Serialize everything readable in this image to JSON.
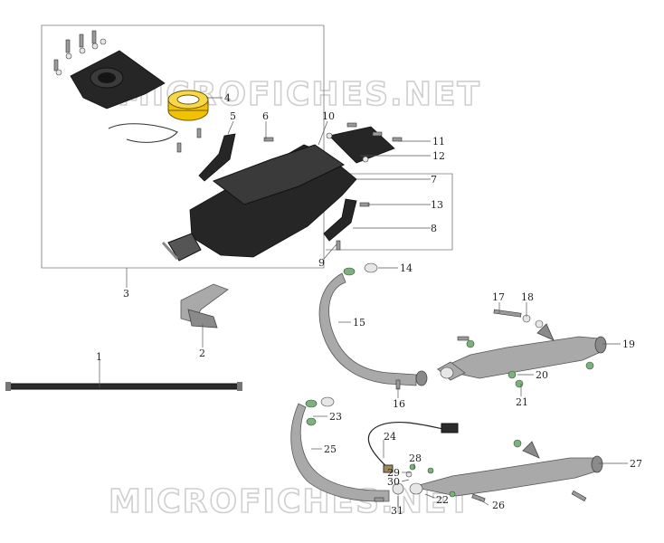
{
  "watermark": {
    "top_text": "MICROFICHES.NET",
    "bottom_text": "MICROFICHES.NET"
  },
  "callouts": {
    "c1": "1",
    "c2": "2",
    "c3": "3",
    "c4": "4",
    "c5": "5",
    "c6": "6",
    "c7": "7",
    "c8": "8",
    "c9": "9",
    "c10": "10",
    "c11": "11",
    "c12": "12",
    "c13": "13",
    "c14": "14",
    "c15": "15",
    "c16": "16",
    "c17": "17",
    "c18": "18",
    "c19": "19",
    "c20": "20",
    "c21": "21",
    "c22": "22",
    "c23": "23",
    "c24": "24",
    "c25": "25",
    "c26": "26",
    "c27": "27",
    "c28": "28",
    "c29": "29",
    "c30": "30",
    "c31": "31"
  },
  "colors": {
    "background": "#ffffff",
    "filter_element": "#f2c200",
    "airbox": "#262626",
    "exhaust_metal": "#a9a9a9",
    "gasket": "#7fae7f"
  }
}
